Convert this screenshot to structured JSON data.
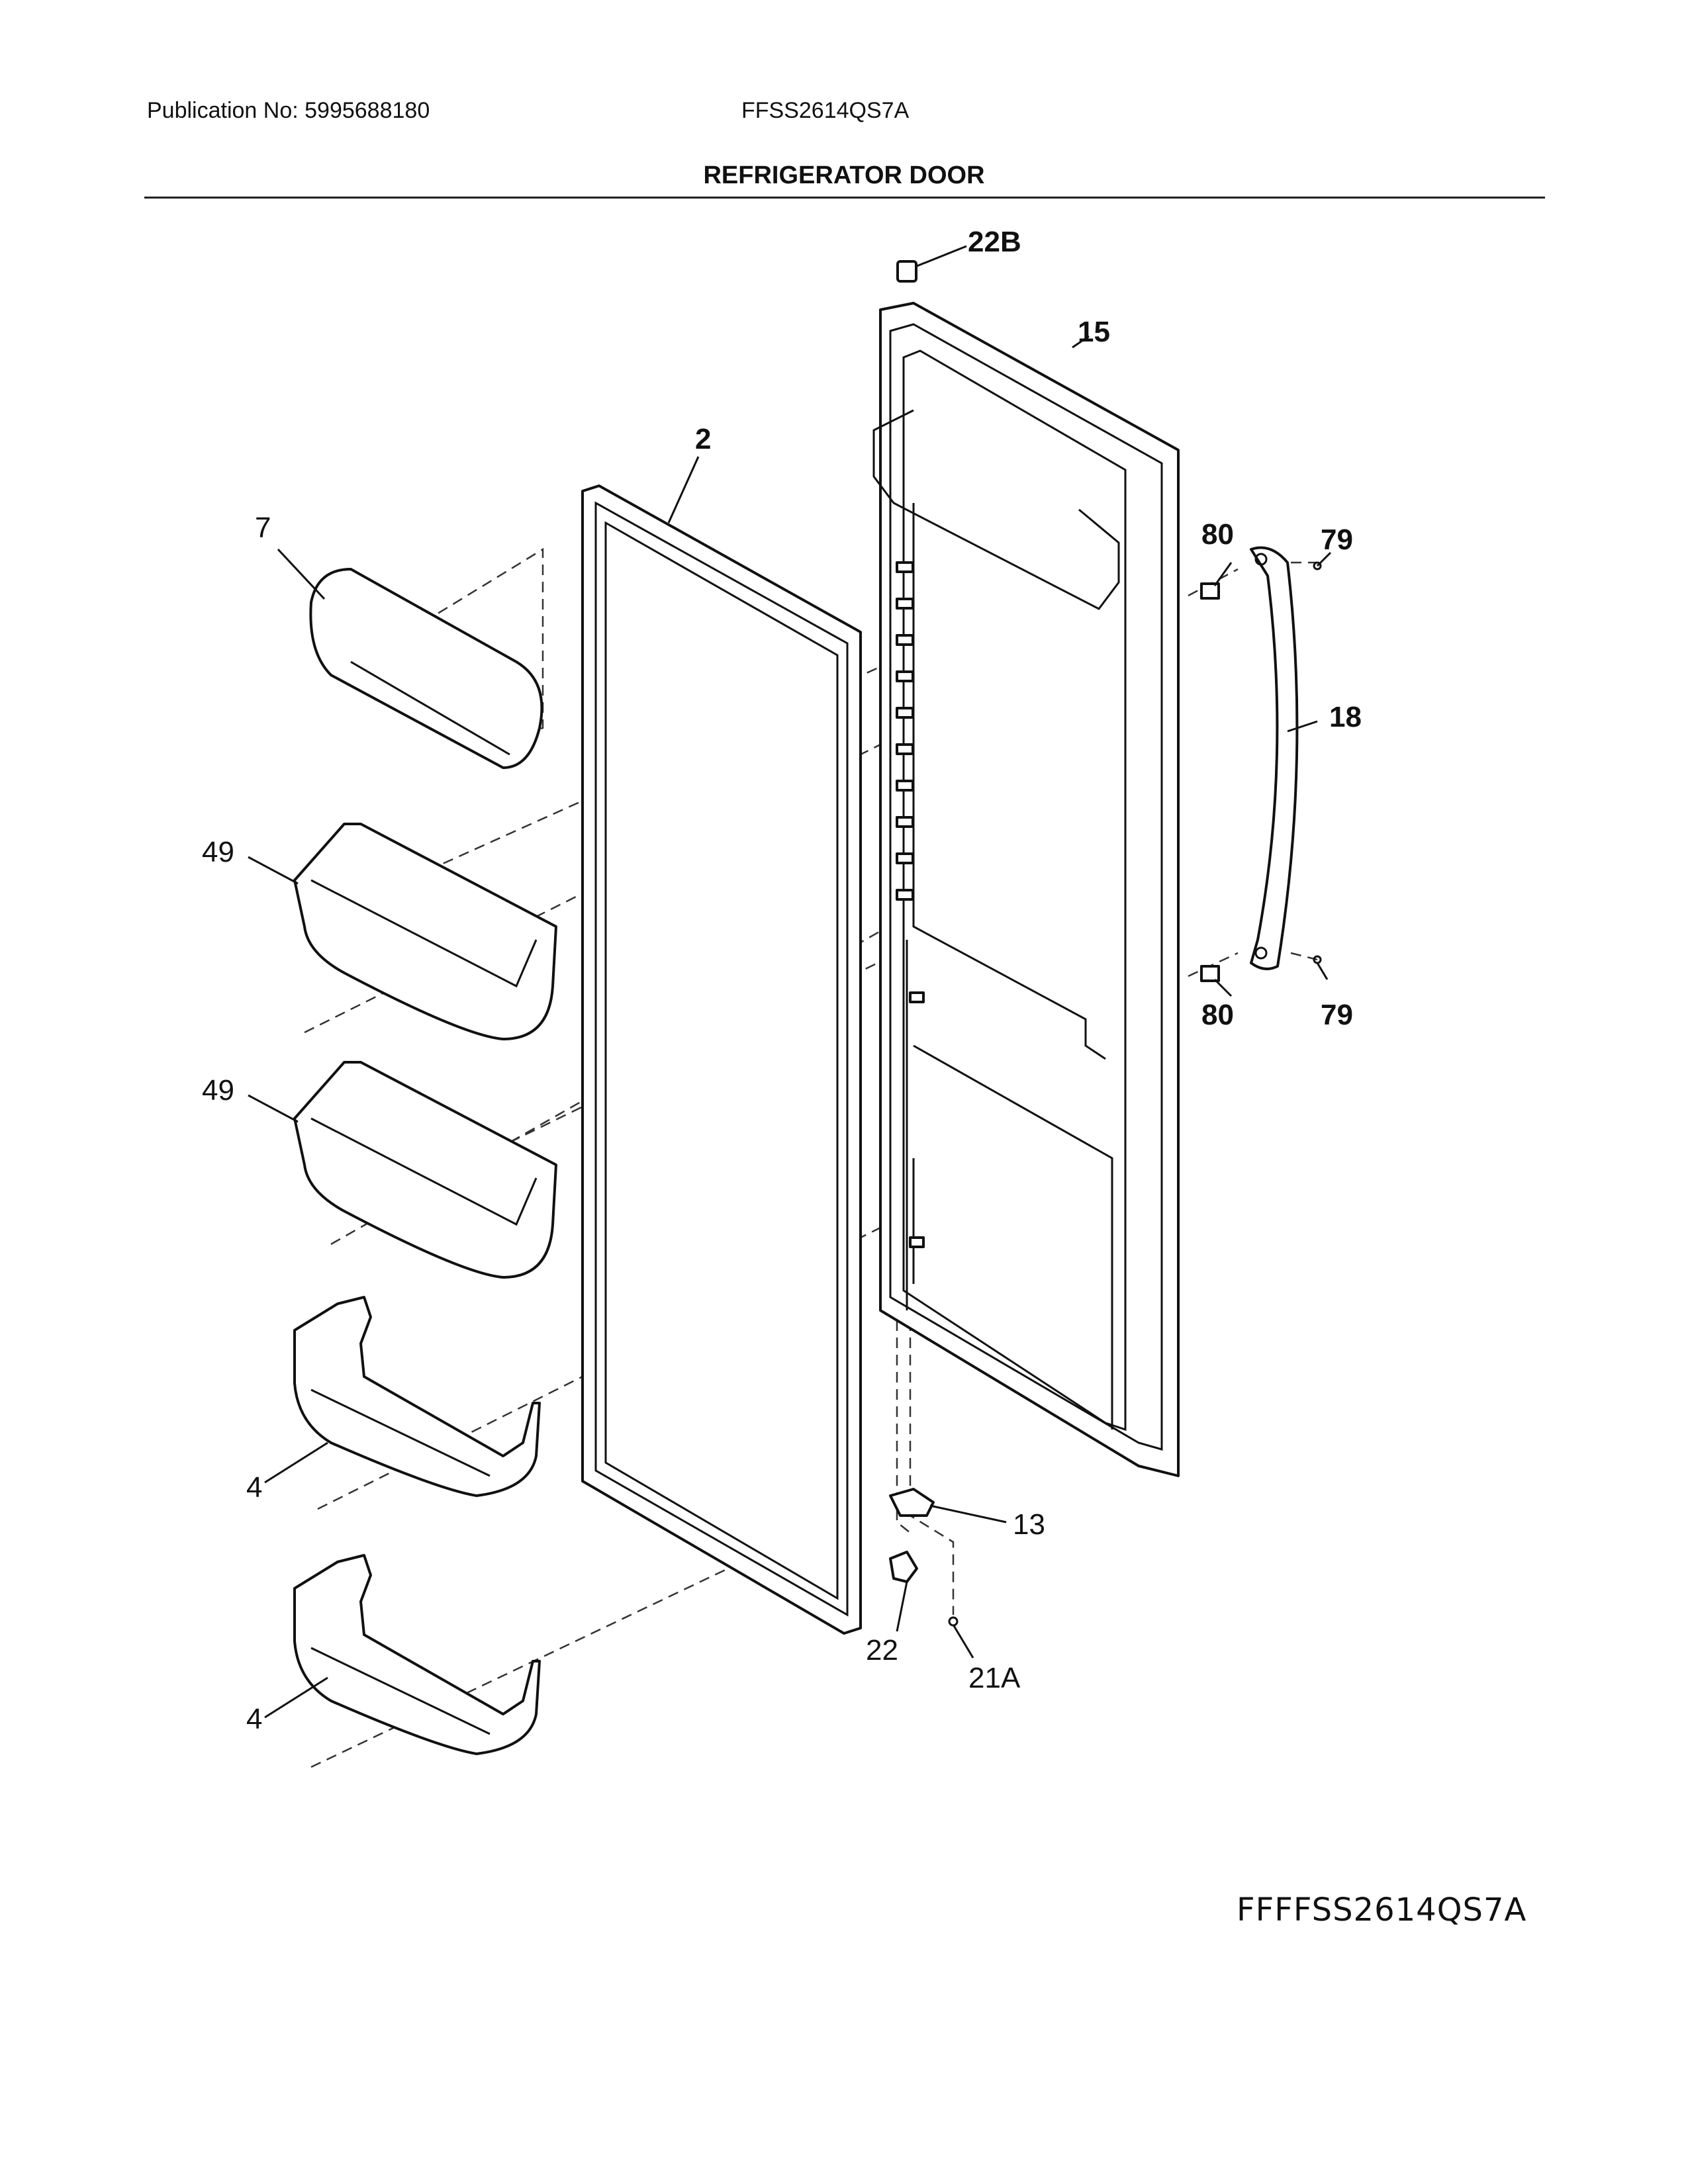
{
  "header": {
    "publication": "Publication No: 5995688180",
    "model": "FFSS2614QS7A",
    "title": "REFRIGERATOR DOOR"
  },
  "footer": {
    "model_code": "FFFFSS2614QS7A"
  },
  "callouts": {
    "c22b": "22B",
    "c15": "15",
    "c2": "2",
    "c7": "7",
    "c80a": "80",
    "c79a": "79",
    "c18": "18",
    "c49a": "49",
    "c49b": "49",
    "c80b": "80",
    "c79b": "79",
    "c4a": "4",
    "c13": "13",
    "c22": "22",
    "c21a": "21A",
    "c4b": "4"
  }
}
